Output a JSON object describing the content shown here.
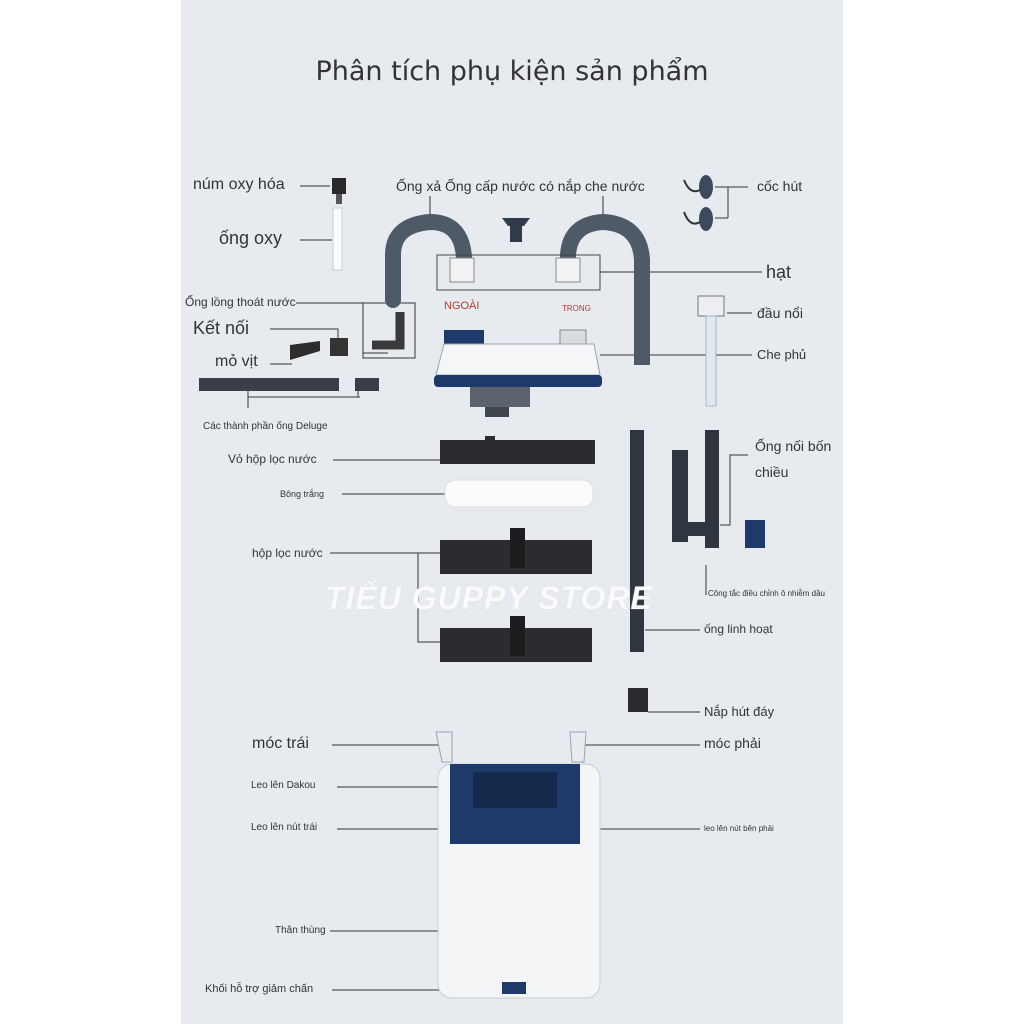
{
  "title": "Phân tích phụ kiện sản phẩm",
  "watermark": "TIẾU GUPPY STORE",
  "colors": {
    "panel": "#e7ebf0",
    "navy": "#1e3a6a",
    "black_part": "#2c2c30",
    "white_part": "#f4f5f7"
  },
  "labels": {
    "air_nozzle": "núm oxy hóa",
    "air_tube": "ống oxy",
    "pipes": "Ống xả Ống cấp nước có nắp che nước",
    "suction_cup": "cốc hút",
    "nut": "hạt",
    "float_head": "đầu nổi",
    "cover": "Che phủ",
    "drain_sleeve": "Ống lồng thoát nước",
    "connector": "Kết nối",
    "duck_bill": "mỏ vịt",
    "spray_bar": "Các thành phần ống Deluge",
    "filter_housing": "Vỏ hộp lọc nước",
    "white_cotton": "Bông trắng",
    "filter_box": "hộp lọc nước",
    "four_way": "Ống nối bốn chiều",
    "oil_switch": "Công tắc điều chỉnh ô nhiễm dầu",
    "flex_tube": "ống linh hoạt",
    "bottom_cap": "Nắp hút đáy",
    "left_hook": "móc trái",
    "right_hook": "móc phải",
    "climb_dakou": "Leo lên Dakou",
    "climb_left": "Leo lên nút trái",
    "climb_right": "leo lên nút bên phải",
    "body": "Thân thùng",
    "damper": "Khối hỗ trợ giảm chấn",
    "out_tag": "NGOÀI",
    "in_tag": "TRONG"
  }
}
